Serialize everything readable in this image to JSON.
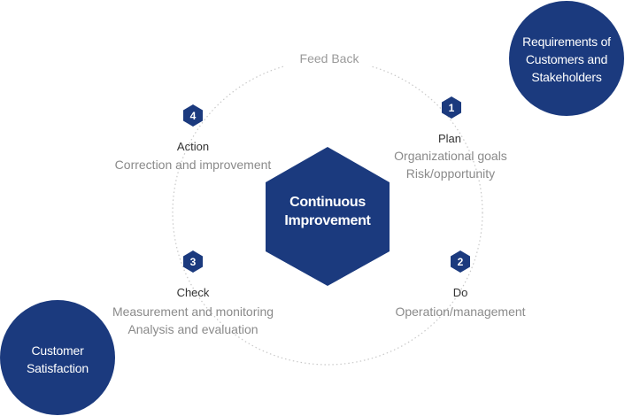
{
  "center": {
    "line1": "Continuous",
    "line2": "Improvement"
  },
  "feedback": "Feed Back",
  "top_right_circle": {
    "line1": "Requirements of",
    "line2": "Customers and",
    "line3": "Stakeholders"
  },
  "bottom_left_circle": {
    "line1": "Customer",
    "line2": "Satisfaction"
  },
  "steps": [
    {
      "num": "1",
      "title": "Plan",
      "desc1": "Organizational goals",
      "desc2": "Risk/opportunity"
    },
    {
      "num": "2",
      "title": "Do",
      "desc1": "Operation/management"
    },
    {
      "num": "3",
      "title": "Check",
      "desc1": "Measurement and monitoring",
      "desc2": "Analysis and evaluation"
    },
    {
      "num": "4",
      "title": "Action",
      "desc1": "Correction and improvement"
    }
  ],
  "colors": {
    "navy": "#1b3a7e",
    "dotted_ring": "#c8c8c8",
    "muted_text": "#8a8a8a"
  }
}
